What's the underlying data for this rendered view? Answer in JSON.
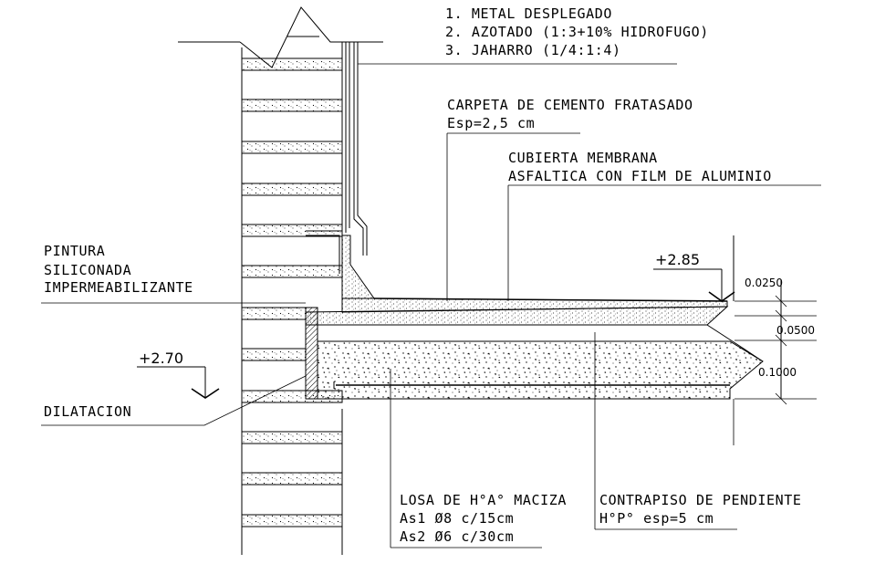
{
  "legend_top": {
    "line1": "1. METAL DESPLEGADO",
    "line2": "2. AZOTADO (1:3+10% HIDROFUGO)",
    "line3": "3. JAHARRO (1/4:1:4)"
  },
  "carpeta": {
    "line1": "CARPETA DE CEMENTO FRATASADO",
    "line2": "Esp=2,5 cm"
  },
  "cubierta": {
    "line1": "CUBIERTA MEMBRANA",
    "line2": "ASFALTICA CON FILM DE ALUMINIO"
  },
  "pintura": {
    "line1": "PINTURA",
    "line2": "SILICONADA",
    "line3": "IMPERMEABILIZANTE"
  },
  "dilatacion": "DILATACION",
  "losa": {
    "line1": "LOSA DE H°A° MACIZA",
    "line2": "As1 Ø8 c/15cm",
    "line3": "As2 Ø6 c/30cm"
  },
  "contrapiso": {
    "line1": "CONTRAPISO DE PENDIENTE",
    "line2": "H°P° esp=5 cm"
  },
  "levels": {
    "upper": "+2.85",
    "lower": "+2.70"
  },
  "dimensions": {
    "d1": "0.0250",
    "d2": "0.0500",
    "d3": "0.1000"
  }
}
